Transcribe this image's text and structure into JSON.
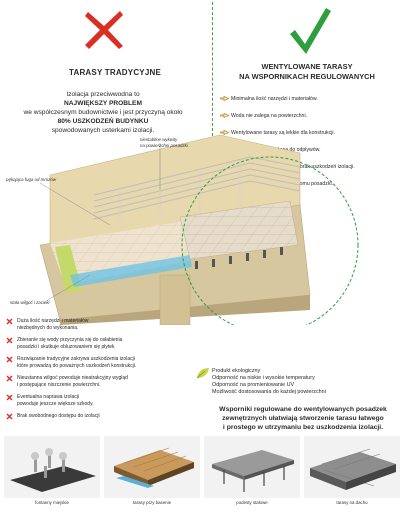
{
  "left": {
    "title": "TARASY TRADYCYJNE",
    "intro": {
      "l1": "Izolacja przeciwwodna to",
      "l2": "NAJWIĘKSZY PROBLEM",
      "l3": "we współczesnym budownictwie i jest przyczyną około",
      "l4": "80% USZKODZEŃ BUDYNKU",
      "l5": "spowodowanych usterkami izolacji."
    },
    "problems": [
      {
        "l1": "Duża ilość narzędzi i materiałów",
        "l2": "niezbędnych do wykonania."
      },
      {
        "l1": "Zbieranie się wody przyczynia się do osłabienia",
        "l2": "posadzki i skutkuje obluzowaniem się płytek"
      },
      {
        "l1": "Rozwiązanie tradycyjne zakrywa uszkodzenia izolacji",
        "l2": "które prowadzą do poważnych uszkodzeń konstrukcji."
      },
      {
        "l1": "Nieustanna wilgoć powoduje nieatrakcyjny wygląd",
        "l2": "i postępujące niszczenie powierzchni."
      },
      {
        "l1": "Eventualna naprawa izolacji",
        "l2": "powoduje jeszcze większe szkody."
      },
      {
        "l1": "Brak swobodnego dostępu do izolacji",
        "l2": ""
      }
    ]
  },
  "right": {
    "title_l1": "WENTYLOWANE TARASY",
    "title_l2": "NA WSPORNIKACH REGULOWANYCH",
    "benefits": [
      "Minimalna ilość narzędzi i materiałów.",
      "Woda nie zalega na powierzchni.",
      "Wentylowane tarasy są lekkie dla konstrukcji.",
      "Woda swobodnie spływa do odpływów.",
      "Prosta konserwacja podłoża i brak uszkodzeń izolacji.",
      "Regulowanie wysokości i poziomu posadzki."
    ],
    "eco": [
      "Produkt ekologiczny",
      "Odporność na niskie i wysokie temperatury",
      "Odporność na promieniowanie UV",
      "Możliwość dostosowania do każdej powierzchni"
    ],
    "summary": {
      "l1": "Wsporniki regulowane do wentylowanych posadzek",
      "l2": "zewnętrznych ułatwiają stworzenie tarasu łatwego",
      "l3": "i prostego w utrzymaniu bez uszkodzenia izolacji."
    }
  },
  "callouts": {
    "c1_l1": "niestabilne wykwity",
    "c1_l2": "na powierzchni posadzki",
    "c2": "pękająca fuga od mrozów",
    "c3": "stała wilgoć i zacieki"
  },
  "thumbs": [
    "fontanny miejskie",
    "tarasy przy basenie",
    "podesty stalowe",
    "tarasy na dachu"
  ],
  "colors": {
    "red": "#d93025",
    "green": "#2e9e3f",
    "divider": "#4a9a4a"
  }
}
